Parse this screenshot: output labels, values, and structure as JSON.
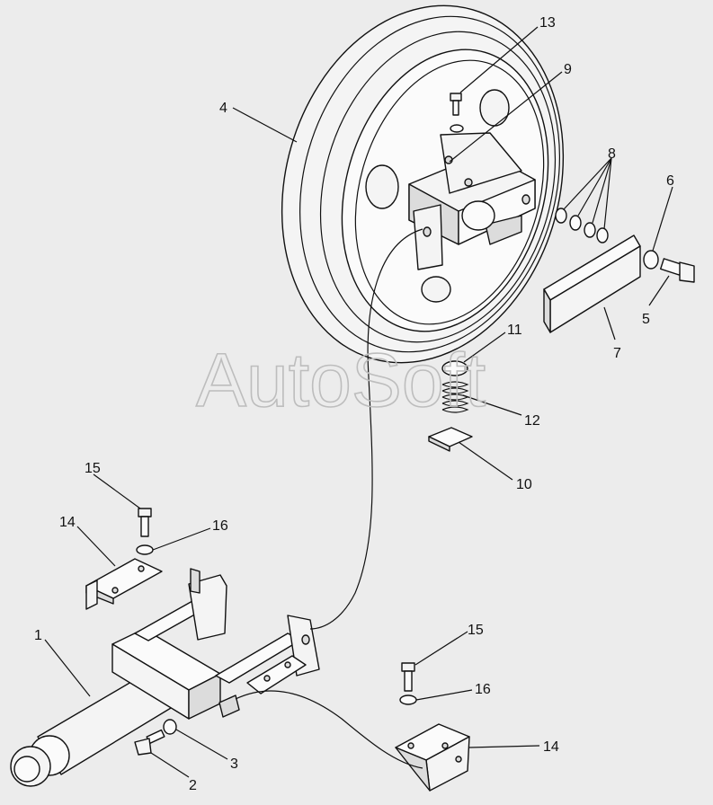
{
  "watermark": "AutoSoft",
  "callouts": [
    {
      "id": "c1",
      "text": "1"
    },
    {
      "id": "c2",
      "text": "2"
    },
    {
      "id": "c3",
      "text": "3"
    },
    {
      "id": "c4",
      "text": "4"
    },
    {
      "id": "c5",
      "text": "5"
    },
    {
      "id": "c6",
      "text": "6"
    },
    {
      "id": "c7",
      "text": "7"
    },
    {
      "id": "c8",
      "text": "8"
    },
    {
      "id": "c9",
      "text": "9"
    },
    {
      "id": "c10",
      "text": "10"
    },
    {
      "id": "c11",
      "text": "11"
    },
    {
      "id": "c12",
      "text": "12"
    },
    {
      "id": "c13",
      "text": "13"
    },
    {
      "id": "c14a",
      "text": "14"
    },
    {
      "id": "c14b",
      "text": "14"
    },
    {
      "id": "c15a",
      "text": "15"
    },
    {
      "id": "c15b",
      "text": "15"
    },
    {
      "id": "c16a",
      "text": "16"
    },
    {
      "id": "c16b",
      "text": "16"
    }
  ]
}
